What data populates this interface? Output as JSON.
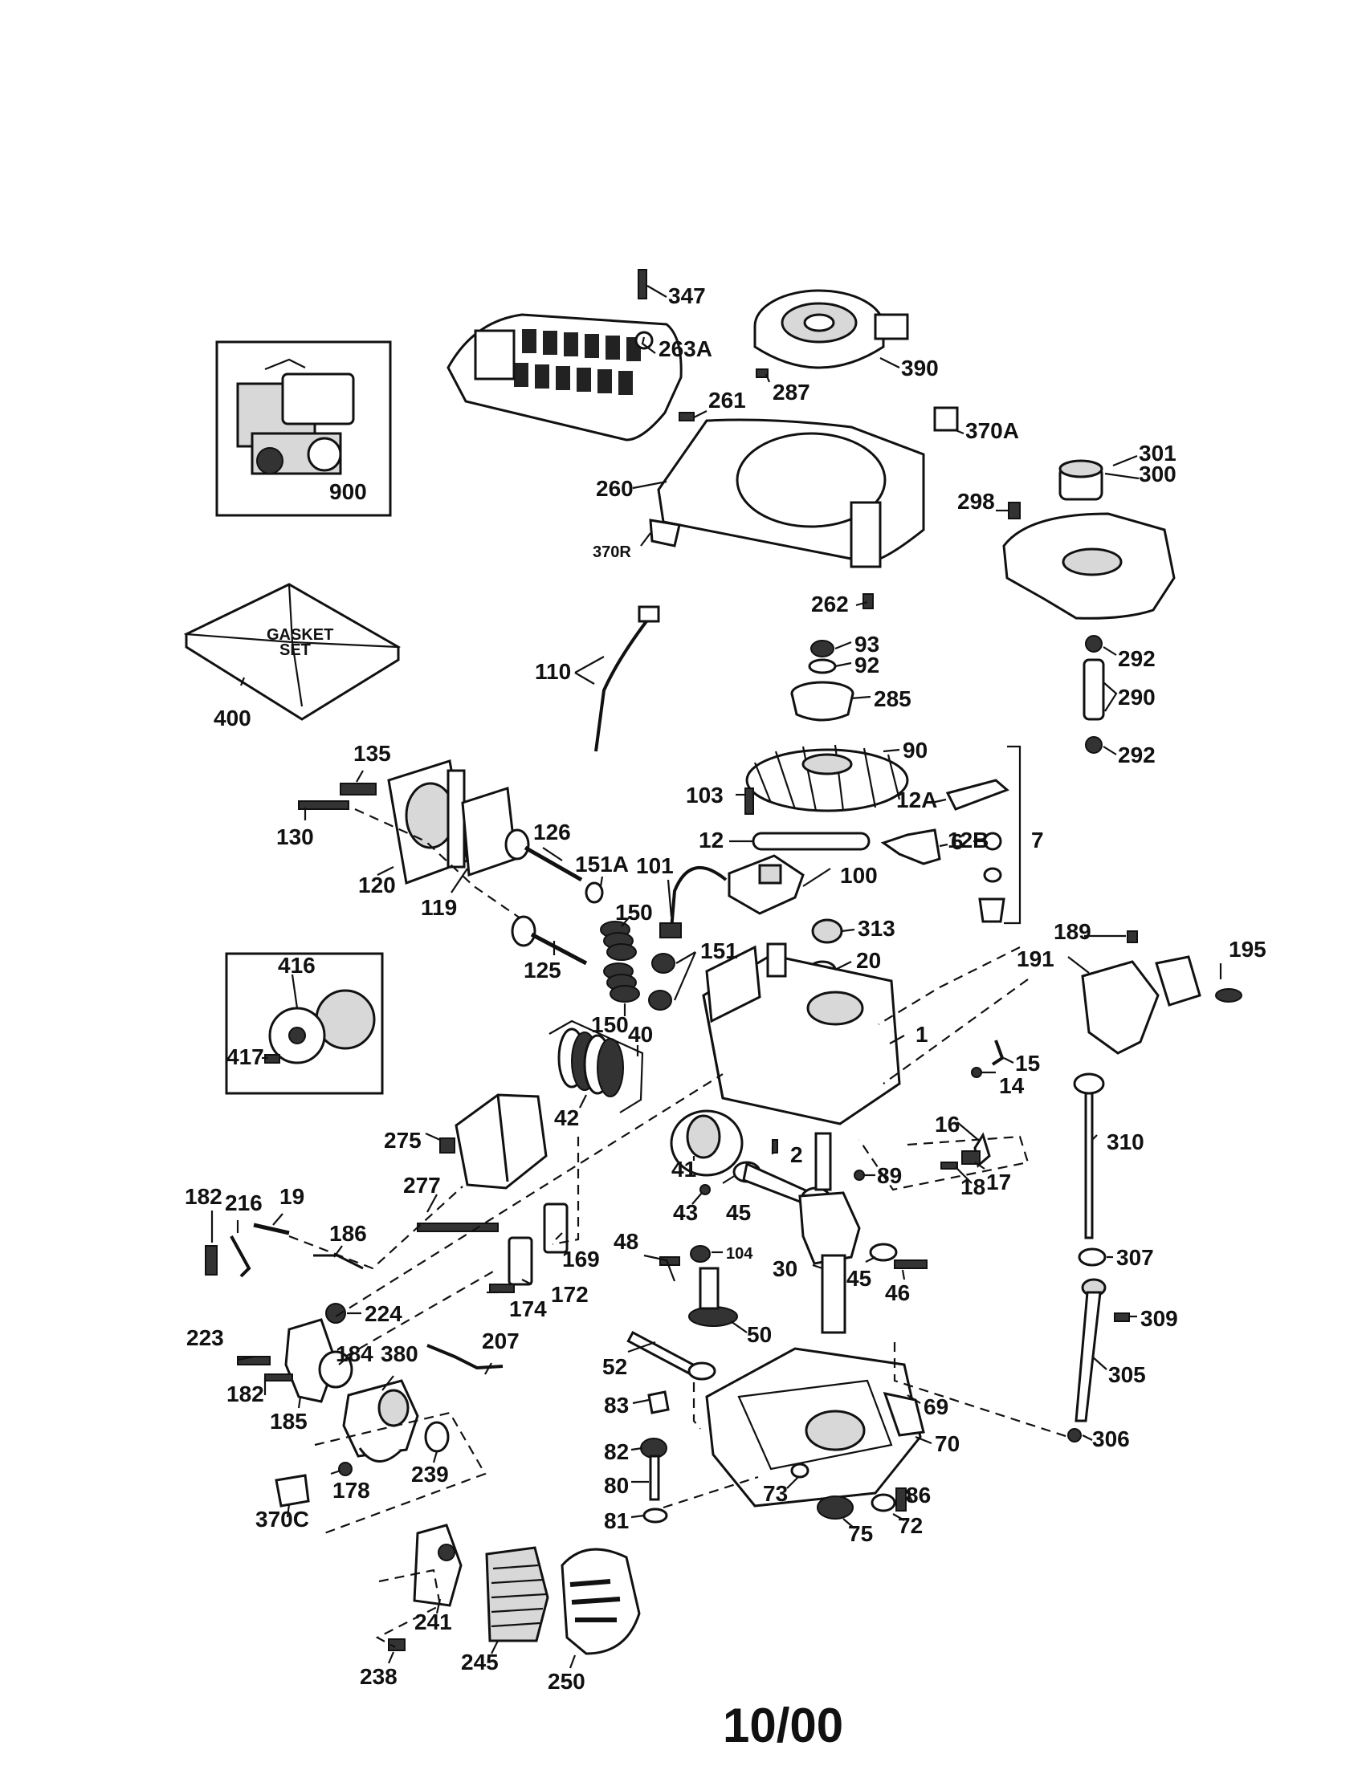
{
  "labels": {
    "l347": "347",
    "l263A": "263A",
    "l390": "390",
    "l287": "287",
    "l261": "261",
    "l370A": "370A",
    "l260": "260",
    "l370R": "370R",
    "l262": "262",
    "l301": "301",
    "l300": "300",
    "l298": "298",
    "l292a": "292",
    "l290": "290",
    "l292b": "292",
    "l900": "900",
    "l400": "400",
    "l110": "110",
    "l93": "93",
    "l92": "92",
    "l285": "285",
    "l90": "90",
    "l103": "103",
    "l12A": "12A",
    "l12": "12",
    "l12B": "12B",
    "l7": "7",
    "l6": "6",
    "l135": "135",
    "l130": "130",
    "l120": "120",
    "l119": "119",
    "l126": "126",
    "l151A": "151A",
    "l101": "101",
    "l100": "100",
    "l150a": "150",
    "l125": "125",
    "l151": "151",
    "l150b": "150",
    "l313": "313",
    "l20": "20",
    "l189": "189",
    "l191": "191",
    "l195": "195",
    "l416": "416",
    "l417": "417",
    "l40": "40",
    "l1": "1",
    "l15": "15",
    "l14": "14",
    "l42": "42",
    "l310": "310",
    "l16": "16",
    "l275": "275",
    "l2": "2",
    "l17": "17",
    "l18": "18",
    "l89": "89",
    "l41": "41",
    "l277": "277",
    "l43": "43",
    "l45a": "45",
    "l182a": "182",
    "l216": "216",
    "l19": "19",
    "l186": "186",
    "l48": "48",
    "l104": "104",
    "l169": "169",
    "l30": "30",
    "l45b": "45",
    "l46": "46",
    "l307": "307",
    "l174": "174",
    "l172": "172",
    "l224": "224",
    "l309": "309",
    "l223": "223",
    "l207": "207",
    "l184": "184",
    "l380": "380",
    "l50": "50",
    "l182b": "182",
    "l185": "185",
    "l52": "52",
    "l305": "305",
    "l69": "69",
    "l83": "83",
    "l306": "306",
    "l70": "70",
    "l82": "82",
    "l239": "239",
    "l178": "178",
    "l80": "80",
    "l73": "73",
    "l86": "86",
    "l370C": "370C",
    "l81": "81",
    "l75": "75",
    "l72": "72",
    "l241": "241",
    "l238": "238",
    "l245": "245",
    "l250": "250",
    "gasket_line1": "GASKET",
    "gasket_line2": "SET"
  },
  "footer": "10/00"
}
